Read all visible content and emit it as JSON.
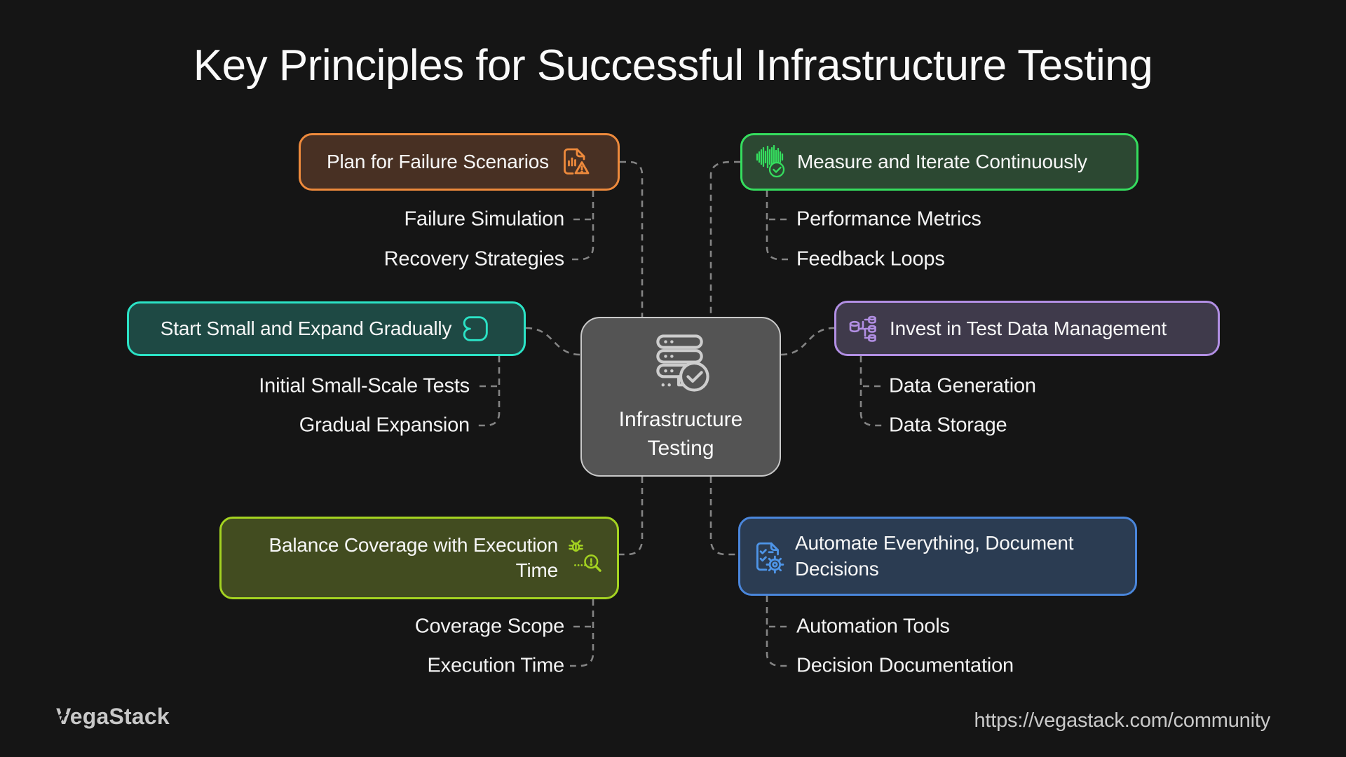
{
  "title": "Key Principles for Successful Infrastructure Testing",
  "center": {
    "label": "Infrastructure Testing",
    "icon": "server-check-icon"
  },
  "branches": [
    {
      "label": "Plan for Failure Scenarios",
      "icon": "document-alert-icon",
      "accent": "#EE8A3C",
      "children": [
        "Failure Simulation",
        "Recovery Strategies"
      ]
    },
    {
      "label": "Measure and Iterate Continuously",
      "icon": "waveform-check-icon",
      "accent": "#35DD5E",
      "children": [
        "Performance Metrics",
        "Feedback Loops"
      ]
    },
    {
      "label": "Start Small and Expand Gradually",
      "icon": "expand-shape-icon",
      "accent": "#2BE3C6",
      "children": [
        "Initial Small-Scale Tests",
        "Gradual Expansion"
      ]
    },
    {
      "label": "Invest in Test Data Management",
      "icon": "database-tree-icon",
      "accent": "#B28FE4",
      "children": [
        "Data Generation",
        "Data Storage"
      ]
    },
    {
      "label": "Balance Coverage with Execution Time",
      "icon": "bug-magnifier-icon",
      "accent": "#A4D321",
      "children": [
        "Coverage Scope",
        "Execution Time"
      ]
    },
    {
      "label": "Automate Everything, Document Decisions",
      "icon": "checklist-gear-icon",
      "accent": "#4A86DB",
      "children": [
        "Automation Tools",
        "Decision Documentation"
      ]
    }
  ],
  "footer": {
    "brand": "VegaStack",
    "url": "https://vegastack.com/community"
  },
  "colors": {
    "background": "#151515",
    "connector": "#848484",
    "text": "#F5F5F5",
    "center_fill": "#545454",
    "center_border": "#C9C9C9"
  }
}
